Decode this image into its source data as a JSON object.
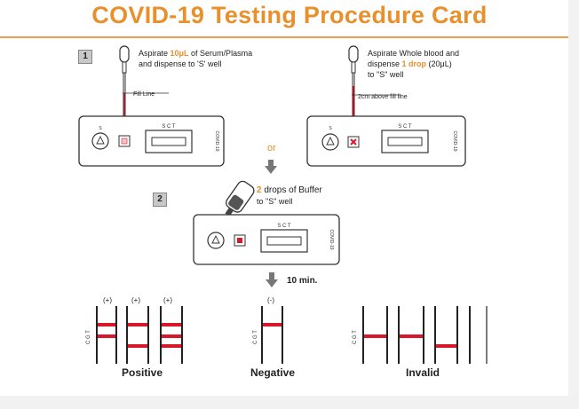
{
  "title": "COVID-19 Testing Procedure Card",
  "step1": {
    "number": "1",
    "serum_instruction": "Aspirate 10μL of Serum/Plasma and dispense to 'S' well",
    "serum_line1_pre": "Aspirate ",
    "serum_line1_hl": "10μL",
    "serum_line1_post": " of Serum/Plasma",
    "serum_line2": "and dispense to 'S' well",
    "fill_line_label": "Fill Line",
    "wholeblood_line1": "Aspirate Whole blood and",
    "wholeblood_line2_pre": "dispense ",
    "wholeblood_line2_hl": "1 drop",
    "wholeblood_line2_post": " (20μL)",
    "wholeblood_line3": "to \"S\" well",
    "above_fill_label": "2cm above fill line",
    "or_label": "or"
  },
  "step2": {
    "number": "2",
    "buffer_line1_hl": "2",
    "buffer_line1_post": " drops of Buffer",
    "buffer_line2": "to \"S\" well",
    "wait_label": "10 min."
  },
  "cassette": {
    "window_label": "S  C  T",
    "side_label": "COVID-19",
    "well_label": "S"
  },
  "results": {
    "positive_label": "Positive",
    "negative_label": "Negative",
    "invalid_label": "Invalid",
    "plus_sign": "(+)",
    "minus_sign": "(-)",
    "strip_side_label": "C G T",
    "line_color": "#d8182a"
  },
  "colors": {
    "accent": "#e8902c",
    "red": "#d8182a",
    "outline": "#333333"
  }
}
